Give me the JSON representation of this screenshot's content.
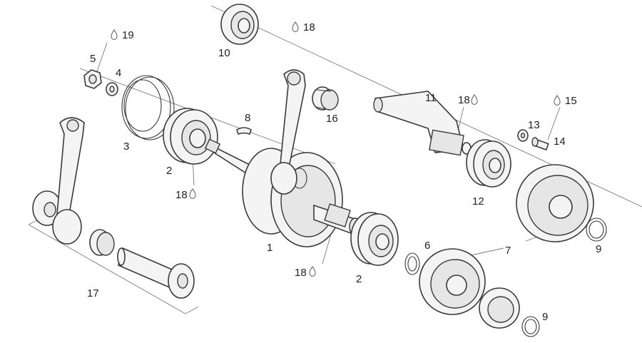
{
  "diagram": {
    "parts": [
      {
        "id": "p1",
        "label": "1"
      },
      {
        "id": "p2a",
        "label": "2"
      },
      {
        "id": "p2b",
        "label": "2"
      },
      {
        "id": "p3",
        "label": "3"
      },
      {
        "id": "p4",
        "label": "4"
      },
      {
        "id": "p5",
        "label": "5"
      },
      {
        "id": "p6",
        "label": "6"
      },
      {
        "id": "p7",
        "label": "7"
      },
      {
        "id": "p8",
        "label": "8"
      },
      {
        "id": "p9a",
        "label": "9"
      },
      {
        "id": "p9b",
        "label": "9"
      },
      {
        "id": "p10",
        "label": "10"
      },
      {
        "id": "p11",
        "label": "11"
      },
      {
        "id": "p12",
        "label": "12"
      },
      {
        "id": "p13",
        "label": "13"
      },
      {
        "id": "p14",
        "label": "14"
      },
      {
        "id": "p15",
        "label": "15"
      },
      {
        "id": "p16",
        "label": "16"
      },
      {
        "id": "p17",
        "label": "17"
      },
      {
        "id": "p18a",
        "label": "18"
      },
      {
        "id": "p18b",
        "label": "18"
      },
      {
        "id": "p18c",
        "label": "18"
      },
      {
        "id": "p18d",
        "label": "18"
      },
      {
        "id": "p19",
        "label": "19"
      }
    ]
  }
}
